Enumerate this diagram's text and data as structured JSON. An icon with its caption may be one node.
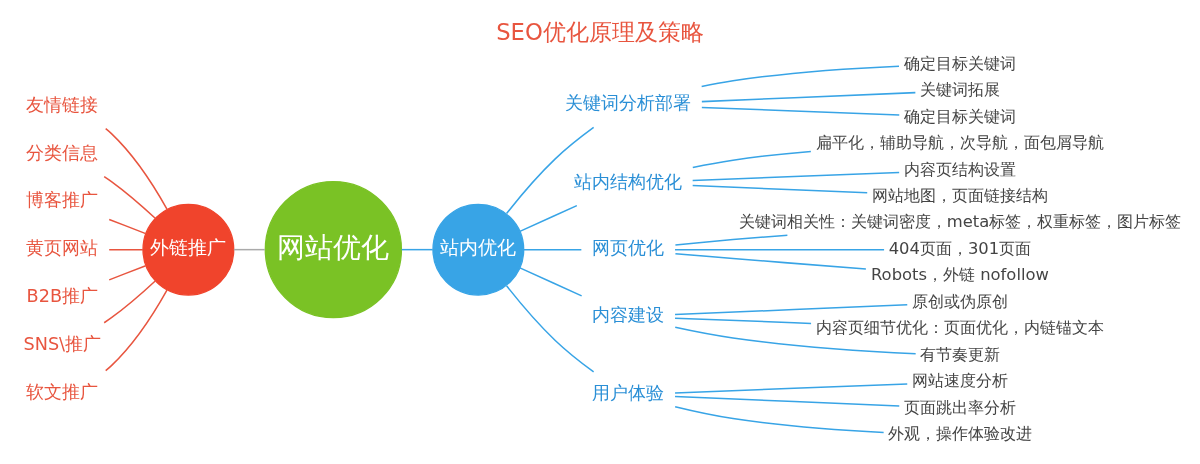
{
  "diagram": {
    "title": "SEO优化原理及策略",
    "nodes": [
      {
        "text": [
          "友情链接"
        ]
      },
      {
        "text": [
          "分类信息"
        ]
      },
      {
        "text": [
          "博客推广"
        ]
      },
      {
        "text": [
          "黄页网站"
        ]
      },
      {
        "text": [
          "B2B推广"
        ]
      },
      {
        "text": [
          "SNS\\推广"
        ]
      },
      {
        "text": [
          "软文推广"
        ]
      },
      {
        "text": [
          "外链推广"
        ]
      },
      {
        "text": [
          "网站优化"
        ]
      },
      {
        "text": [
          "站内优化"
        ]
      },
      {
        "text": [
          "关键词分析部署"
        ]
      },
      {
        "text": [
          "确定目标关键词"
        ]
      },
      {
        "text": [
          "关键词拓展"
        ]
      },
      {
        "text": [
          "确定目标关键词"
        ]
      },
      {
        "text": [
          "站内结构优化"
        ]
      },
      {
        "text": [
          "扁平化，辅助导航，次导航，面包屑导航"
        ]
      },
      {
        "text": [
          "内容页结构设置"
        ]
      },
      {
        "text": [
          "网站地图，页面链接结构"
        ]
      },
      {
        "text": [
          "网页优化"
        ]
      },
      {
        "text": [
          "关键词相关性：关键词密度，meta标签，权重标签，图片标签"
        ]
      },
      {
        "text": [
          "404页面，301页面"
        ]
      },
      {
        "text": [
          "Robots，外链 nofollow"
        ]
      },
      {
        "text": [
          "内容建设"
        ]
      },
      {
        "text": [
          "原创或伪原创"
        ]
      },
      {
        "text": [
          "内容页细节优化：页面优化，内链锚文本"
        ]
      },
      {
        "text": [
          "有节奏更新"
        ]
      },
      {
        "text": [
          "用户体验"
        ]
      },
      {
        "text": [
          "网站速度分析"
        ]
      },
      {
        "text": [
          "页面跳出率分析"
        ]
      },
      {
        "text": [
          "外观，操作体验改进"
        ]
      }
    ],
    "edges": [
      {
        "from": 0,
        "to": 7,
        "arrow": "none",
        "color": "#e8553f"
      },
      {
        "from": 1,
        "to": 7,
        "arrow": "none",
        "color": "#e8553f"
      },
      {
        "from": 2,
        "to": 7,
        "arrow": "none",
        "color": "#e8553f"
      },
      {
        "from": 3,
        "to": 7,
        "arrow": "none",
        "color": "#e8553f"
      },
      {
        "from": 4,
        "to": 7,
        "arrow": "none",
        "color": "#e8553f"
      },
      {
        "from": 5,
        "to": 7,
        "arrow": "none",
        "color": "#e8553f"
      },
      {
        "from": 6,
        "to": 7,
        "arrow": "none",
        "color": "#e8553f"
      },
      {
        "from": 7,
        "to": 8,
        "arrow": "none",
        "color": "#aaaaaa"
      },
      {
        "from": 8,
        "to": 9,
        "arrow": "none"
      },
      {
        "from": 9,
        "to": 10,
        "arrow": "none"
      },
      {
        "from": 9,
        "to": 14,
        "arrow": "none"
      },
      {
        "from": 9,
        "to": 18,
        "arrow": "none"
      },
      {
        "from": 9,
        "to": 22,
        "arrow": "none"
      },
      {
        "from": 9,
        "to": 26,
        "arrow": "none"
      },
      {
        "from": 10,
        "to": 11,
        "arrow": "none"
      },
      {
        "from": 10,
        "to": 12,
        "arrow": "none"
      },
      {
        "from": 10,
        "to": 13,
        "arrow": "none"
      },
      {
        "from": 14,
        "to": 15,
        "arrow": "none"
      },
      {
        "from": 14,
        "to": 16,
        "arrow": "none"
      },
      {
        "from": 14,
        "to": 17,
        "arrow": "none"
      },
      {
        "from": 18,
        "to": 19,
        "arrow": "none"
      },
      {
        "from": 18,
        "to": 20,
        "arrow": "none"
      },
      {
        "from": 18,
        "to": 21,
        "arrow": "none"
      },
      {
        "from": 22,
        "to": 23,
        "arrow": "none"
      },
      {
        "from": 22,
        "to": 24,
        "arrow": "none"
      },
      {
        "from": 22,
        "to": 25,
        "arrow": "none"
      },
      {
        "from": 26,
        "to": 27,
        "arrow": "none"
      },
      {
        "from": 26,
        "to": 28,
        "arrow": "none"
      },
      {
        "from": 26,
        "to": 29,
        "arrow": "none"
      }
    ]
  }
}
